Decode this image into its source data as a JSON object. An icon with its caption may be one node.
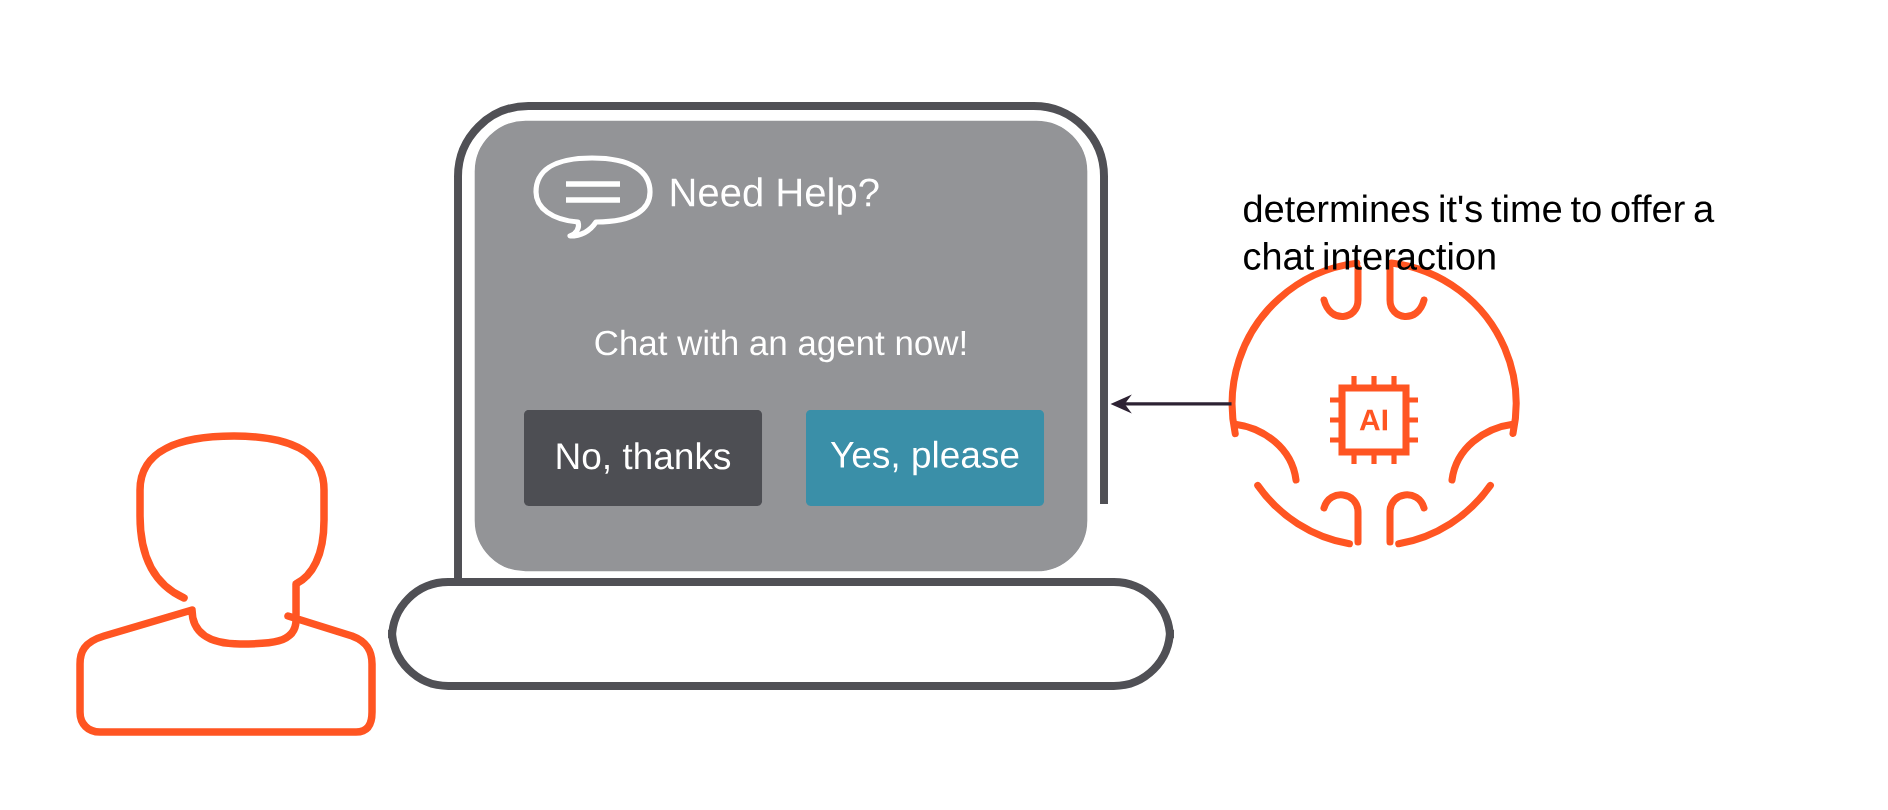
{
  "diagram": {
    "nodes": [
      {
        "text": [],
        "shape": "box"
      },
      {
        "text": [
          "Need Help?",
          "Chat with an agent now!"
        ],
        "in": 0
      },
      {
        "text": [
          "No, thanks"
        ],
        "in": 1
      },
      {
        "text": [
          "Yes, please"
        ],
        "in": 1
      },
      {
        "text": [
          "AI"
        ],
        "beside": [
          "determines it's time to offer a chat interaction"
        ]
      }
    ],
    "edges": [
      {
        "from": 4,
        "to": 0,
        "arrow": "to"
      }
    ]
  }
}
